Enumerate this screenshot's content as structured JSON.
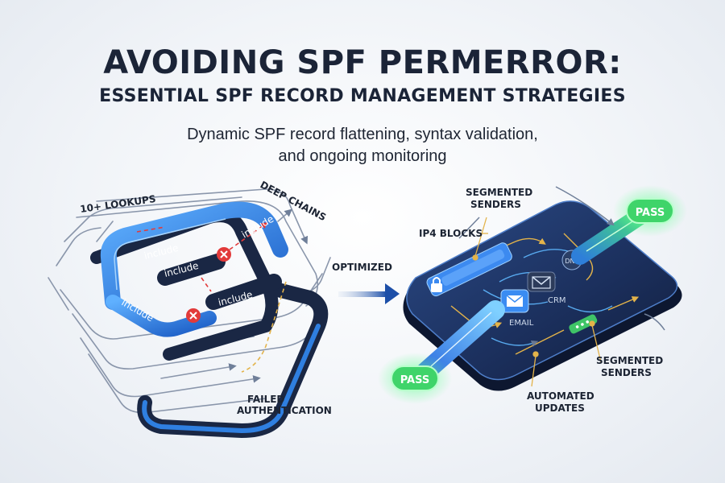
{
  "header": {
    "title_line1": "AVOIDING SPF PERMERROR:",
    "title_line2": "ESSENTIAL SPF RECORD MANAGEMENT STRATEGIES",
    "subtitle_line1": "Dynamic SPF record flattening, syntax validation,",
    "subtitle_line2": "and ongoing monitoring"
  },
  "left_panel": {
    "lookups_label": "10+ LOOKUPS",
    "deep_chains_label": "DEEP CHAINS",
    "failed_line1": "FAILED",
    "failed_line2": "AUTHENTICATION",
    "include_label": "include"
  },
  "transition": {
    "label": "OPTIMIZED"
  },
  "right_panel": {
    "segmented_top_line1": "SEGMENTED",
    "segmented_top_line2": "SENDERS",
    "ip4_label": "IP4 BLOCKS",
    "crm_label": "CRM",
    "email_label": "EMAIL",
    "dns_label": "DNS",
    "segmented_bottom_line1": "SEGMENTED",
    "segmented_bottom_line2": "SENDERS",
    "automated_line1": "AUTOMATED",
    "automated_line2": "UPDATES",
    "pass_top": "PASS",
    "pass_bottom": "PASS"
  },
  "colors": {
    "navy": "#1a2744",
    "blue": "#2f80e0",
    "green": "#3fd46a",
    "red": "#e23a3a",
    "gold": "#e3b34a"
  }
}
